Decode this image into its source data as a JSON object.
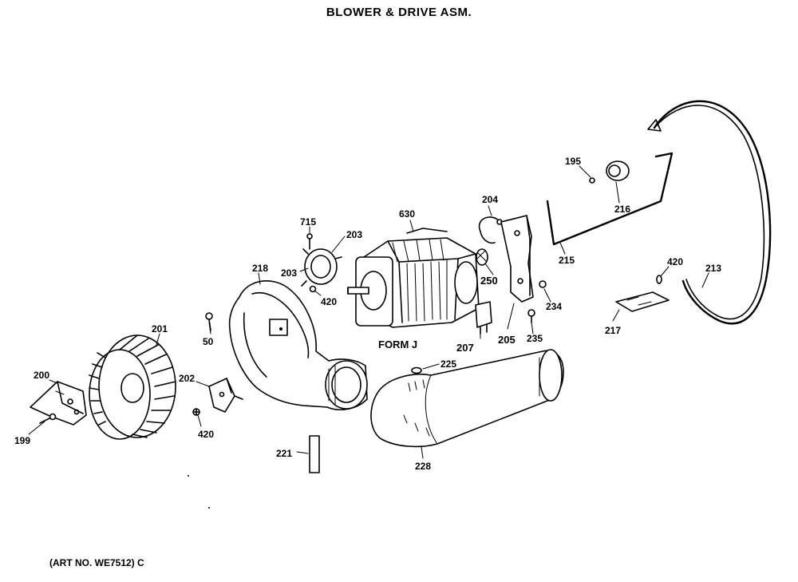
{
  "title": "BLOWER & DRIVE ASM.",
  "footer": "(ART NO. WE7512) C",
  "form_label": "FORM J",
  "part_labels": {
    "p199": "199",
    "p200": "200",
    "p201": "201",
    "p202": "202",
    "p420a": "420",
    "p50": "50",
    "p218": "218",
    "p203": "203",
    "p715": "715",
    "p203b": "203",
    "p420b": "420",
    "p630": "630",
    "p204": "204",
    "p250": "250",
    "p207": "207",
    "p205": "205",
    "p234": "234",
    "p235": "235",
    "p225": "225",
    "p221": "221",
    "p228": "228",
    "p195": "195",
    "p216": "216",
    "p215": "215",
    "p420c": "420",
    "p213": "213",
    "p217": "217"
  }
}
